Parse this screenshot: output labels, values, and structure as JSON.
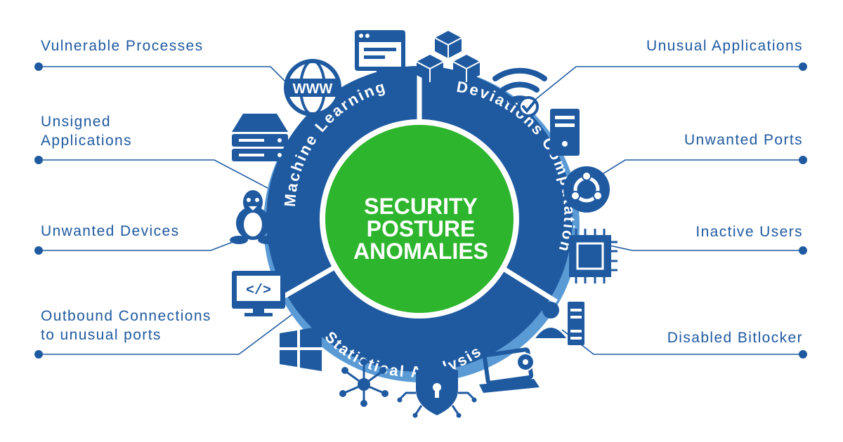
{
  "center": {
    "title_line1": "SECURITY",
    "title_line2": "POSTURE",
    "title_line3": "ANOMALIES"
  },
  "ring_segments": {
    "machine_learning": "Machine Learning",
    "deviations_computation": "Deviations Computation",
    "statistical_analysis": "Statistical Analysis"
  },
  "left_items": [
    {
      "label": "Vulnerable Processes"
    },
    {
      "label_line1": "Unsigned",
      "label_line2": "Applications"
    },
    {
      "label": "Unwanted Devices"
    },
    {
      "label_line1": "Outbound Connections",
      "label_line2": "to unusual ports"
    }
  ],
  "right_items": [
    {
      "label": "Unusual Applications"
    },
    {
      "label": "Unwanted Ports"
    },
    {
      "label": "Inactive Users"
    },
    {
      "label": "Disabled Bitlocker"
    }
  ],
  "icon_labels": {
    "www": "WWW",
    "code": "</>"
  },
  "colors": {
    "ring_blue": "#1f5aa0",
    "line_blue": "#1f5aa0",
    "light_blue": "#5b9bd5",
    "center_green": "#2db52d",
    "text_white": "#ffffff"
  }
}
